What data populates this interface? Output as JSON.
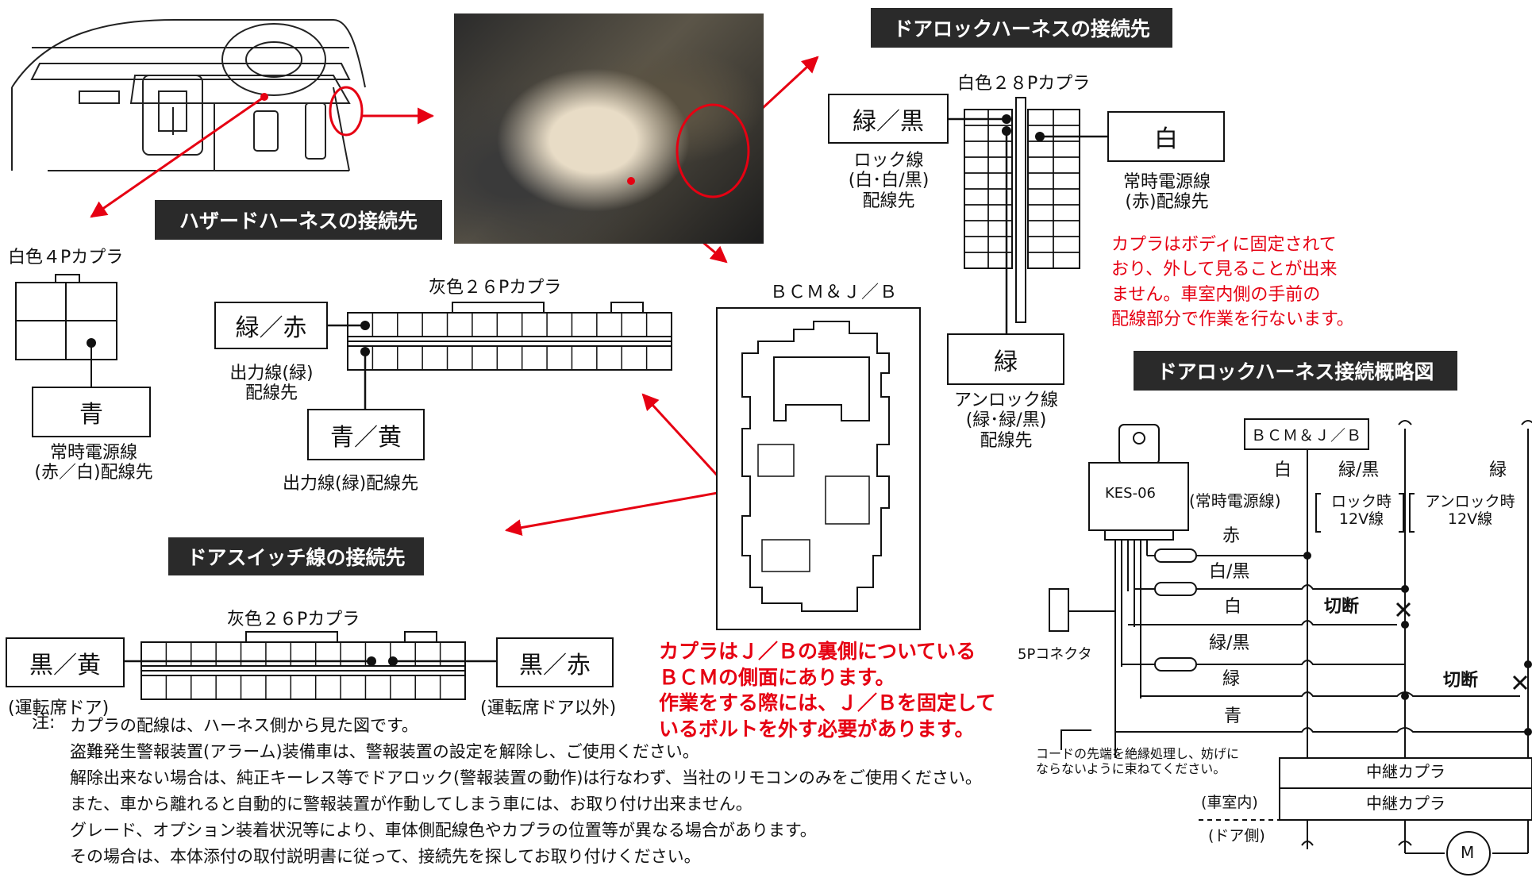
{
  "hazard": {
    "title": "ハザードハーネスの接続先",
    "connector": "白色４Pカプラ",
    "wire": "青",
    "desc_line1": "常時電源線",
    "desc_line2": "(赤／白)配線先"
  },
  "output": {
    "connector": "灰色２６Pカプラ",
    "wire1": "緑／赤",
    "wire1_desc_line1": "出力線(緑)",
    "wire1_desc_line2": "配線先",
    "wire2": "青／黄",
    "wire2_desc": "出力線(緑)配線先"
  },
  "bcm": {
    "label": "ＢＣＭ＆Ｊ／Ｂ",
    "note_line1": "カプラはＪ／Ｂの裏側についている",
    "note_line2": "ＢＣＭの側面にあります。",
    "note_line3": "作業をする際には、Ｊ／Ｂを固定して",
    "note_line4": "いるボルトを外す必要があります。"
  },
  "doorlock": {
    "title": "ドアロックハーネスの接続先",
    "connector": "白色２８Pカプラ",
    "wire_lock": "緑／黒",
    "lock_desc_line1": "ロック線",
    "lock_desc_line2": "(白･白/黒)",
    "lock_desc_line3": "配線先",
    "wire_power": "白",
    "power_desc_line1": "常時電源線",
    "power_desc_line2": "(赤)配線先",
    "wire_unlock": "緑",
    "unlock_desc_line1": "アンロック線",
    "unlock_desc_line2": "(緑･緑/黒)",
    "unlock_desc_line3": "配線先",
    "note_line1": "カプラはボディに固定されて",
    "note_line2": "おり、外して見ることが出来",
    "note_line3": "ません。車室内側の手前の",
    "note_line4": "配線部分で作業を行ないます。"
  },
  "doorswitch": {
    "title": "ドアスイッチ線の接続先",
    "connector": "灰色２６Pカプラ",
    "wire_left": "黒／黄",
    "left_desc": "(運転席ドア)",
    "wire_right": "黒／赤",
    "right_desc": "(運転席ドア以外)"
  },
  "schematic": {
    "title": "ドアロックハーネス接続概略図",
    "bcm": "ＢＣＭ＆Ｊ／Ｂ",
    "module": "KES-06",
    "col_white": "白",
    "col_white_desc": "(常時電源線)",
    "col_greenblack": "緑/黒",
    "col_greenblack_desc_line1": "ロック時",
    "col_greenblack_desc_line2": "12V線",
    "col_green": "緑",
    "col_green_desc_line1": "アンロック時",
    "col_green_desc_line2": "12V線",
    "wires": [
      "赤",
      "白/黒",
      "白",
      "緑/黒",
      "緑",
      "青"
    ],
    "cut1": "切断",
    "cut2": "切断",
    "connector5p": "5Pコネクタ",
    "cord_note_line1": "コードの先端を絶縁処理し、妨げに",
    "cord_note_line2": "ならないように束ねてください。",
    "relay1": "中継カプラ",
    "relay2": "中継カプラ",
    "inside": "(車室内)",
    "door_side": "(ドア側)",
    "motor": "M"
  },
  "notes": {
    "prefix": "注:",
    "lines": [
      "カプラの配線は、ハーネス側から見た図です。",
      "盗難発生警報装置(アラーム)装備車は、警報装置の設定を解除し、ご使用ください。",
      "解除出来ない場合は、純正キーレス等でドアロック(警報装置の動作)は行なわず、当社のリモコンのみをご使用ください。",
      "また、車から離れると自動的に警報装置が作動してしまう車には、お取り付け出来ません。",
      "グレード、オプション装着状況等により、車体側配線色やカプラの位置等が異なる場合があります。",
      "その場合は、本体添付の取付説明書に従って、接続先を探してお取り付けください。"
    ]
  }
}
